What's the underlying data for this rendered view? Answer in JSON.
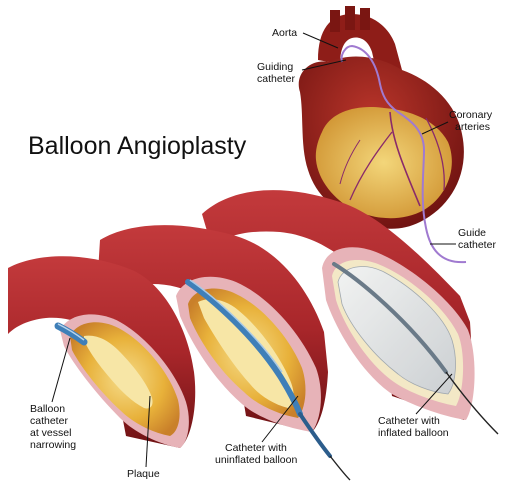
{
  "title": "Balloon Angioplasty",
  "labels": {
    "aorta": "Aorta",
    "guiding_catheter": [
      "Guiding",
      "catheter"
    ],
    "coronary_arteries": [
      "Coronary",
      "arteries"
    ],
    "guide_catheter": [
      "Guide",
      "catheter"
    ],
    "balloon_catheter": [
      "Balloon",
      "catheter",
      "at vessel",
      "narrowing"
    ],
    "plaque": "Plaque",
    "uninflated": [
      "Catheter with",
      "uninflated balloon"
    ],
    "inflated": [
      "Catheter with",
      "inflated balloon"
    ]
  },
  "colors": {
    "vessel_outer": "#a8262a",
    "vessel_dark": "#6e1214",
    "vessel_wall": "#d9a0a6",
    "plaque": "#e8b13a",
    "plaque_light": "#f5dc8a",
    "heart_red": "#8e1d18",
    "heart_fat": "#e7b948",
    "catheter_blue": "#3f7fb8",
    "guide_purple": "#a07ad0"
  }
}
